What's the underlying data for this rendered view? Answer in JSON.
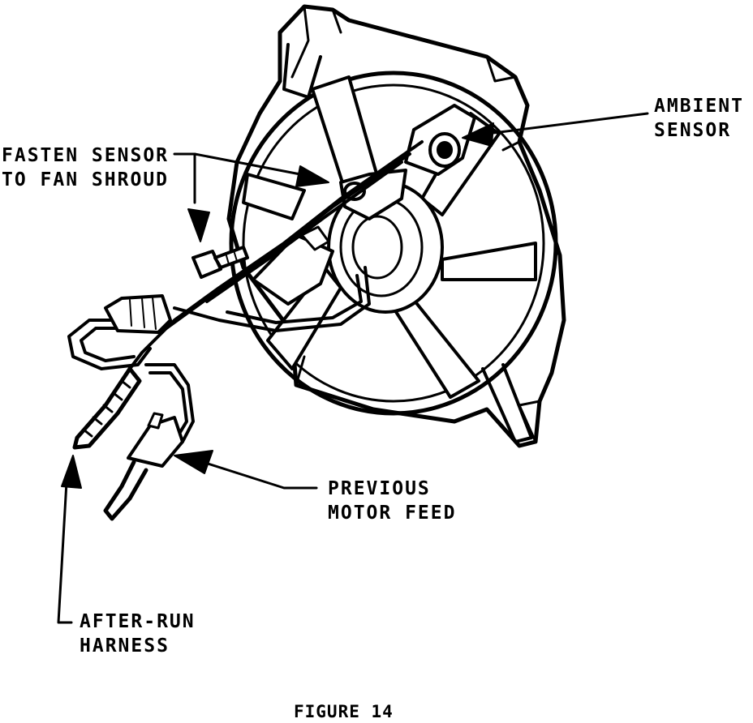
{
  "labels": {
    "ambient_sensor": [
      "AMBIENT",
      "SENSOR"
    ],
    "fasten_sensor": [
      "FASTEN SENSOR",
      "TO FAN SHROUD"
    ],
    "previous_motor_feed": [
      "PREVIOUS",
      "MOTOR FEED"
    ],
    "after_run_harness": [
      "AFTER-RUN",
      "HARNESS"
    ]
  },
  "caption": "FIGURE 14",
  "colors": {
    "ink": "#000000",
    "paper": "#ffffff"
  }
}
